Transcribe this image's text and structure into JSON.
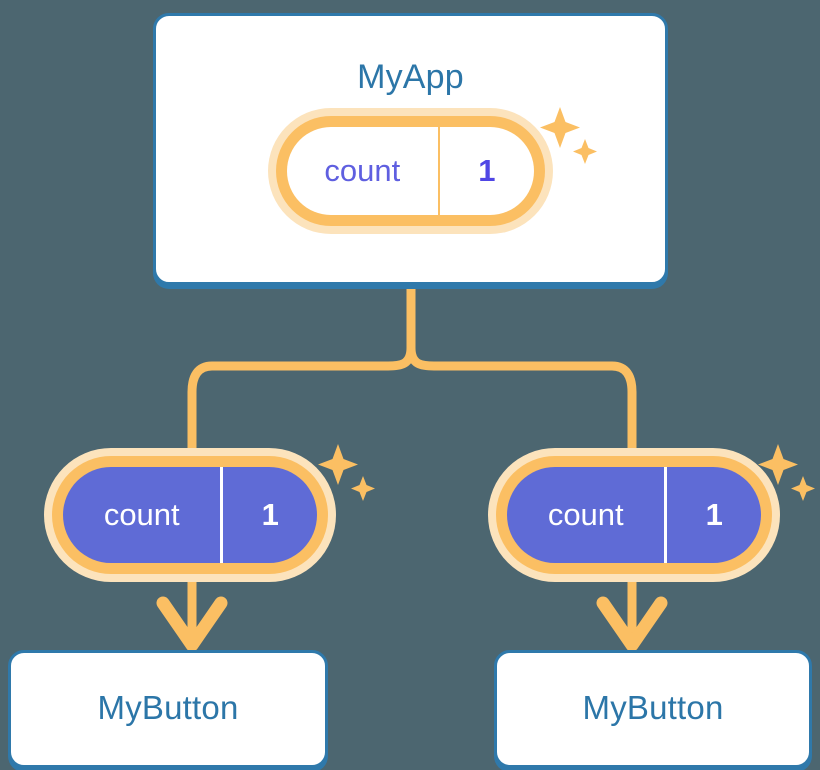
{
  "diagram": {
    "title": "MyApp",
    "type": "component-state-propagation-tree",
    "background_color": "#4c6670"
  },
  "colors": {
    "background": "#4c6670",
    "card_border": "#2f79ab",
    "card_fill": "#ffffff",
    "title_text": "#2c76a8",
    "pill_ring": "#fbbf63",
    "pill_glow": "#fce3bc",
    "pill_solid_fill": "#5f6bd6",
    "pill_light_text": "#5f5fe0",
    "pill_solid_text": "#ffffff",
    "connector": "#fbbf63",
    "sparkle": "#fbbf63"
  },
  "root": {
    "card_label": "MyApp",
    "state_pill": {
      "key": "count",
      "value": "1",
      "style": "outlined",
      "sparkle_icon": "sparkles-icon"
    }
  },
  "children": [
    {
      "state_pill": {
        "key": "count",
        "value": "1",
        "style": "filled",
        "sparkle_icon": "sparkles-icon"
      },
      "card_label": "MyButton"
    },
    {
      "state_pill": {
        "key": "count",
        "value": "1",
        "style": "filled",
        "sparkle_icon": "sparkles-icon"
      },
      "card_label": "MyButton"
    }
  ],
  "connectors": {
    "branch_icon": "tree-branch-connector",
    "arrow_icon": "down-arrow-icon"
  }
}
